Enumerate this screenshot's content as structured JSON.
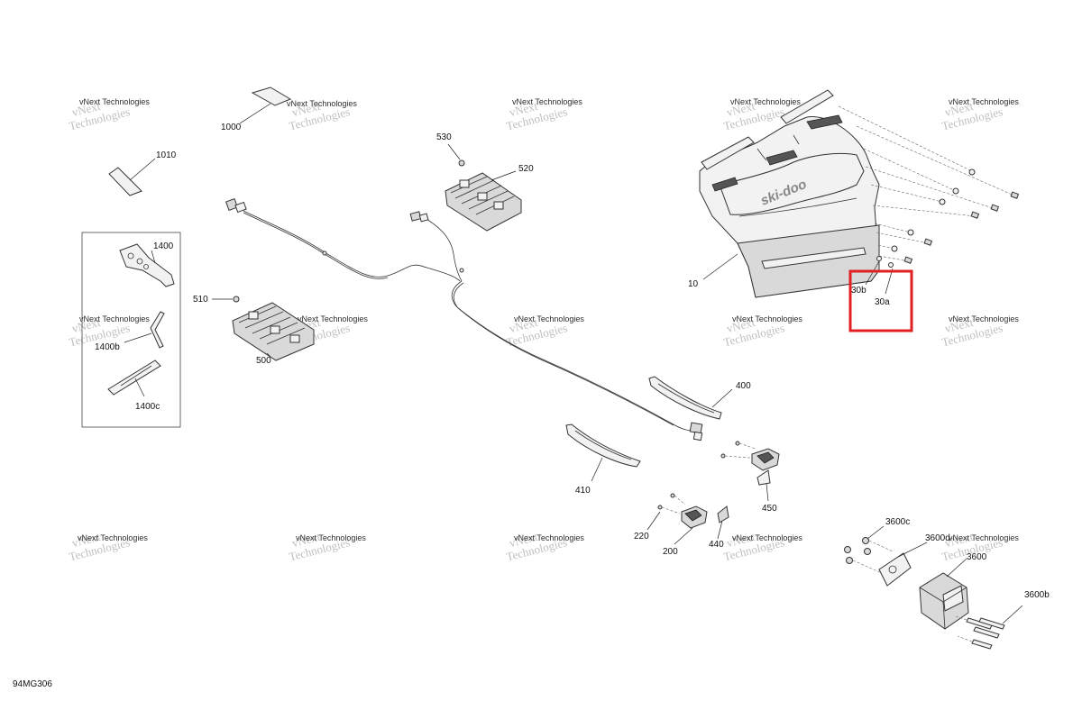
{
  "diagram": {
    "code": "94MG306",
    "brand_text": "ski-doo",
    "watermark": {
      "line1": "vNext",
      "line2": "Technologies",
      "caption": "vNext Technologies"
    },
    "labels": {
      "p1000": "1000",
      "p1010": "1010",
      "p1400": "1400",
      "p1400b": "1400b",
      "p1400c": "1400c",
      "p530": "530",
      "p520": "520",
      "p510": "510",
      "p500": "500",
      "p10": "10",
      "p30b": "30b",
      "p30a": "30a",
      "p400": "400",
      "p410": "410",
      "p450": "450",
      "p440": "440",
      "p220": "220",
      "p200": "200",
      "p3600c": "3600c",
      "p3600d": "3600d",
      "p3600": "3600",
      "p3600b": "3600b"
    },
    "highlight_color": "#e02020"
  }
}
